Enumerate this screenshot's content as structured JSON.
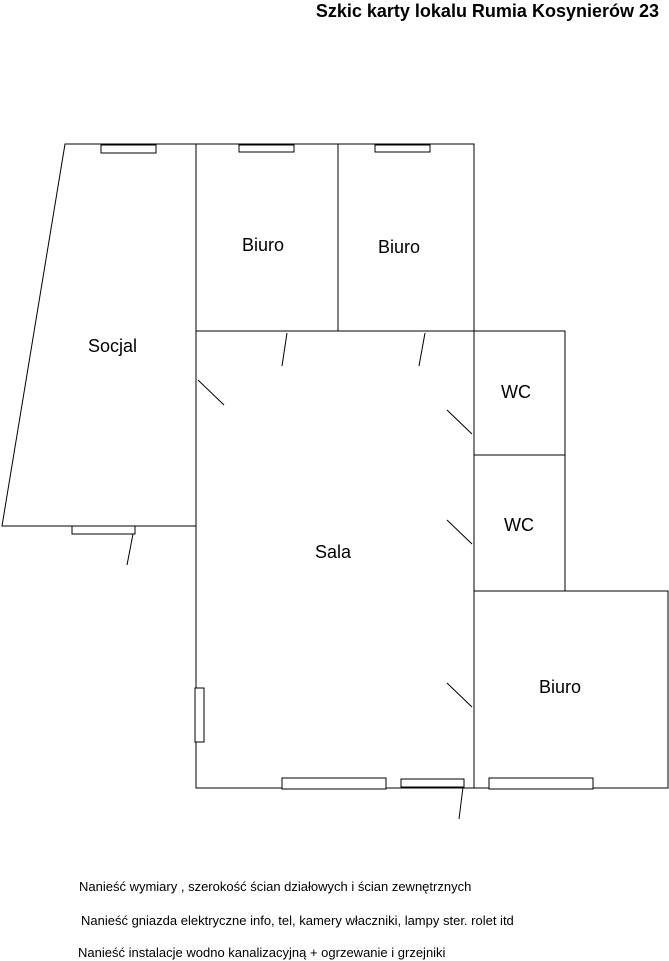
{
  "title": "Szkic karty lokalu Rumia Kosynierów 23",
  "rooms": {
    "socjal": "Socjal",
    "biuro_1": "Biuro",
    "biuro_2": "Biuro",
    "wc_1": "WC",
    "wc_2": "WC",
    "sala": "Sala",
    "biuro_3": "Biuro"
  },
  "notes": [
    "Nanieść wymiary , szerokość ścian działowych i ścian zewnętrznych",
    "Nanieść gniazda elektryczne info, tel, kamery właczniki, lampy ster. rolet itd",
    "Nanieść instalacje wodno kanalizacyjną + ogrzewanie i grzejniki"
  ],
  "colors": {
    "line": "#000000",
    "background": "#ffffff"
  }
}
